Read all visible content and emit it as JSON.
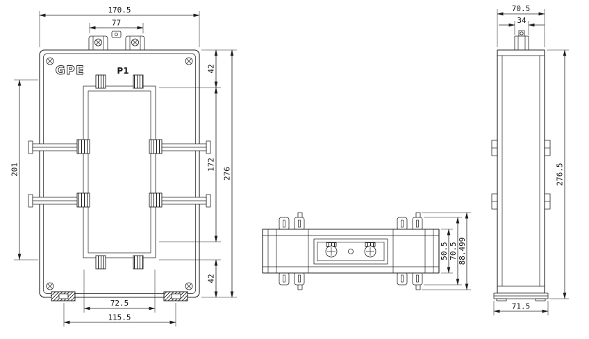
{
  "meta": {
    "background_color": "#ffffff",
    "line_color": "#1c1c1c",
    "drawing_type": "current-transformer dimensional drawing, three orthographic views"
  },
  "front_view": {
    "logo": "GPE",
    "terminal_label": "P1",
    "dims": {
      "overall_width": "170.5",
      "primary_terminal_span": "77",
      "top_to_window": "42",
      "window_height": "172",
      "window_to_bottom": "42",
      "overall_height": "276",
      "side_terminal_span": "201",
      "foot_inner_span": "72.5",
      "foot_outer_span": "115.5"
    }
  },
  "bottom_view": {
    "dims": {
      "body_depth": "50.5",
      "clip_depth": "70.5",
      "overall_depth": "88.499"
    }
  },
  "side_view": {
    "dims": {
      "top_width": "70.5",
      "terminal_width": "34",
      "overall_height": "276.5",
      "base_width": "71.5"
    }
  }
}
